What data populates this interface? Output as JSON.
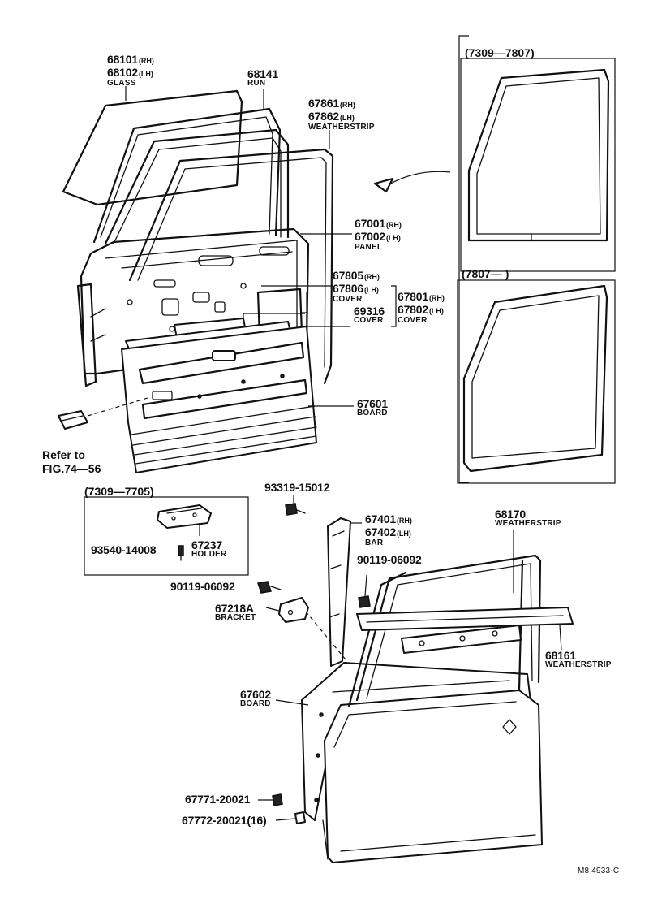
{
  "upper_assembly": {
    "glass": {
      "pn_rh": "68101",
      "sfx_rh": "(RH)",
      "pn_lh": "68102",
      "sfx_lh": "(LH)",
      "name": "GLASS"
    },
    "run": {
      "pn": "68141",
      "name": "RUN"
    },
    "weatherstrip": {
      "pn_rh": "67861",
      "sfx_rh": "(RH)",
      "pn_lh": "67862",
      "sfx_lh": "(LH)",
      "name": "WEATHERSTRIP"
    },
    "panel": {
      "pn_rh": "67001",
      "sfx_rh": "(RH)",
      "pn_lh": "67002",
      "sfx_lh": "(LH)",
      "name": "PANEL"
    },
    "cover_a": {
      "pn_rh": "67805",
      "sfx_rh": "(RH)",
      "pn_lh": "67806",
      "sfx_lh": "(LH)",
      "name": "COVER"
    },
    "cover_b": {
      "pn": "69316",
      "name": "COVER"
    },
    "cover_c": {
      "pn_rh": "67801",
      "sfx_rh": "(RH)",
      "pn_lh": "67802",
      "sfx_lh": "(LH)",
      "name": "COVER"
    },
    "board": {
      "pn": "67601",
      "name": "BOARD"
    },
    "refer": {
      "line1": "Refer  to",
      "line2": "FIG.74—56"
    }
  },
  "variants": {
    "top_label": "(7309—7807)",
    "bottom_label": "(7807—         )"
  },
  "holder_box": {
    "date_label": "(7309—7705)",
    "screw_pn": "93540-14008",
    "holder_pn": "67237",
    "holder_name": "HOLDER"
  },
  "lower_assembly": {
    "screw_top": "93319-15012",
    "bar": {
      "pn_rh": "67401",
      "sfx_rh": "(RH)",
      "pn_lh": "67402",
      "sfx_lh": "(LH)",
      "name": "BAR"
    },
    "bolt_right": "90119-06092",
    "bolt_left": "90119-06092",
    "bracket": {
      "pn": "67218A",
      "name": "BRACKET"
    },
    "weatherstrip_top": {
      "pn": "68170",
      "name": "WEATHERSTRIP"
    },
    "weatherstrip_side": {
      "pn": "68161",
      "name": "WEATHERSTRIP"
    },
    "board": {
      "pn": "67602",
      "name": "BOARD"
    },
    "clip_1": "67771-20021",
    "clip_2": "67772-20021(16)"
  },
  "footer": {
    "code": "M8 4933-C"
  }
}
